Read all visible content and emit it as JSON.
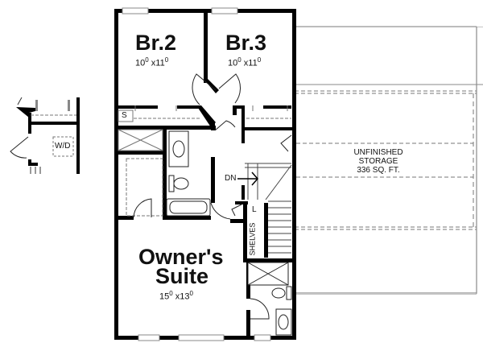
{
  "plan": {
    "rooms": [
      {
        "name": "Br.2",
        "width": "10",
        "width_in": "0",
        "depth": "11",
        "depth_in": "0"
      },
      {
        "name": "Br.3",
        "width": "10",
        "width_in": "0",
        "depth": "11",
        "depth_in": "0"
      },
      {
        "name_line1": "Owner's",
        "name_line2": "Suite",
        "width": "15",
        "width_in": "0",
        "depth": "13",
        "depth_in": "0"
      }
    ],
    "storage": {
      "line1": "UNFINISHED",
      "line2": "STORAGE",
      "line3": "336 SQ. FT."
    },
    "labels": {
      "shelf": "S",
      "down": "DN",
      "linen": "L",
      "shelves": "SHELVES",
      "washer_dryer": "W/D",
      "dim_x": "x"
    },
    "colors": {
      "wall": "#000000",
      "line": "#888888",
      "dash": "#777777",
      "background": "#ffffff"
    }
  }
}
